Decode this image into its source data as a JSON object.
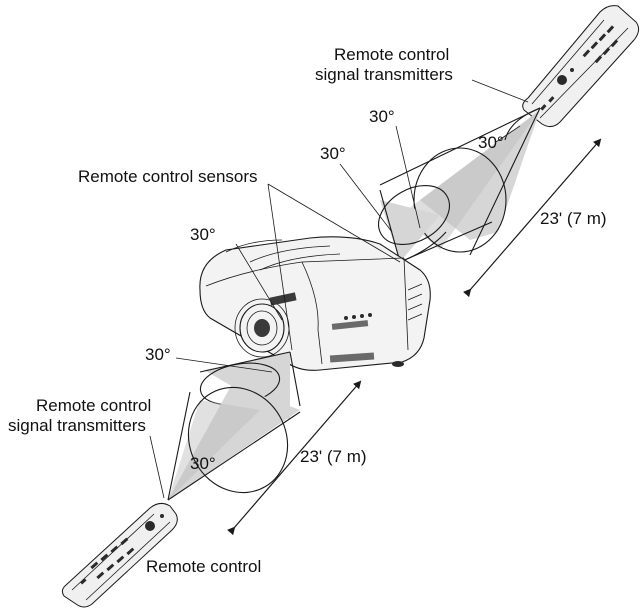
{
  "labels": {
    "top_transmitters": [
      "Remote control",
      "signal transmitters"
    ],
    "sensors": "Remote control sensors",
    "bottom_transmitters": [
      "Remote control",
      "signal transmitters"
    ],
    "remote": "Remote control"
  },
  "angles": {
    "top_1": "30°",
    "top_2": "30°",
    "top_3": "30°",
    "mid": "30°",
    "bottom_1": "30°",
    "bottom_2": "30°"
  },
  "distances": {
    "top": "23' (7 m)",
    "bottom": "23' (7 m)"
  }
}
